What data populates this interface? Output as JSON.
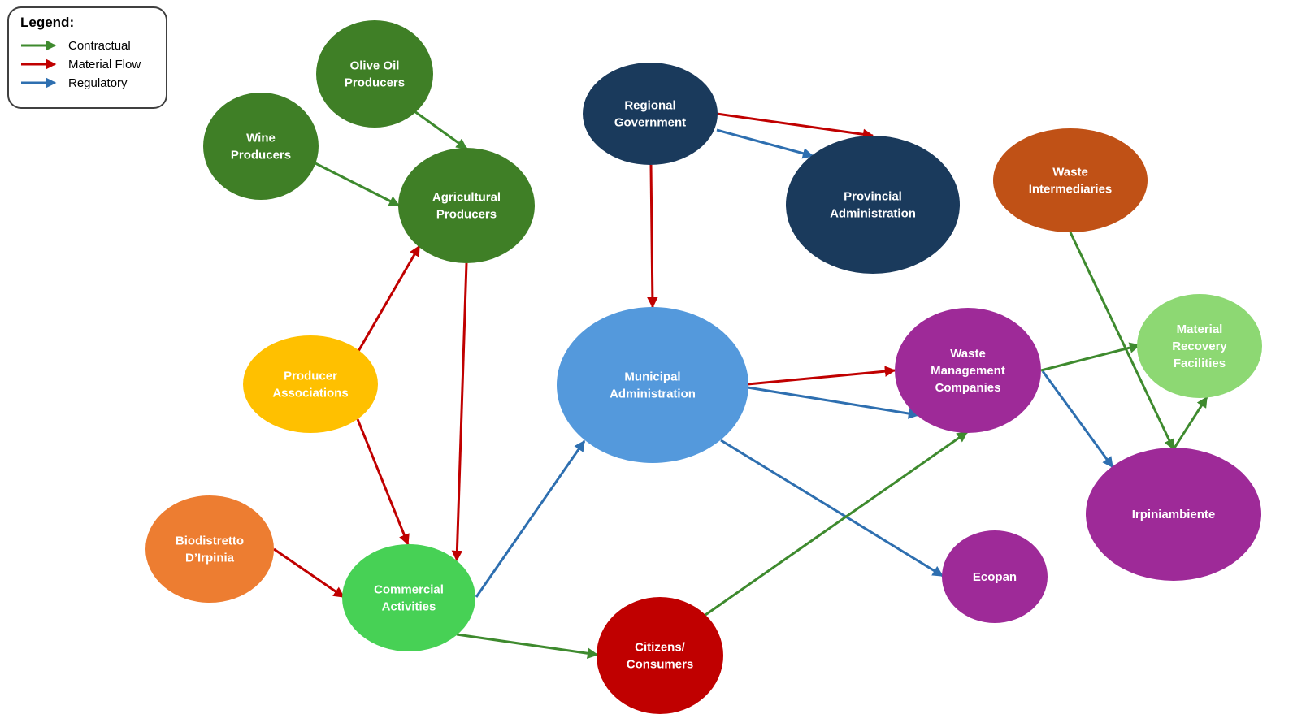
{
  "colors": {
    "contractual": "#3e8a2e",
    "material": "#c00000",
    "regulatory": "#2e6fb0"
  },
  "legend": {
    "title": "Legend:",
    "items": [
      {
        "key": "contractual",
        "label": "Contractual"
      },
      {
        "key": "material",
        "label": "Material Flow"
      },
      {
        "key": "regulatory",
        "label": "Regulatory"
      }
    ]
  },
  "nodes": [
    {
      "id": "olive",
      "lines": [
        "Olive Oil",
        "Producers"
      ],
      "color": "#3f7f26"
    },
    {
      "id": "wine",
      "lines": [
        "Wine",
        "Producers"
      ],
      "color": "#3f7f26"
    },
    {
      "id": "agri",
      "lines": [
        "Agricultural",
        "Producers"
      ],
      "color": "#3f7f26"
    },
    {
      "id": "producer_assoc",
      "lines": [
        "Producer",
        "Associations"
      ],
      "color": "#ffc000"
    },
    {
      "id": "bio",
      "lines": [
        "Biodistretto",
        "D’Irpinia"
      ],
      "color": "#ed7d31"
    },
    {
      "id": "commercial",
      "lines": [
        "Commercial",
        "Activities"
      ],
      "color": "#47d155"
    },
    {
      "id": "regional",
      "lines": [
        "Regional",
        "Government"
      ],
      "color": "#1a3a5c"
    },
    {
      "id": "provincial",
      "lines": [
        "Provincial",
        "Administration"
      ],
      "color": "#1a3a5c"
    },
    {
      "id": "municipal",
      "lines": [
        "Municipal",
        "Administration"
      ],
      "color": "#5499dc"
    },
    {
      "id": "citizens",
      "lines": [
        "Citizens/",
        "Consumers"
      ],
      "color": "#c00000"
    },
    {
      "id": "waste_mgmt",
      "lines": [
        "Waste",
        "Management",
        "Companies"
      ],
      "color": "#9e2a98"
    },
    {
      "id": "ecopan",
      "lines": [
        "Ecopan"
      ],
      "color": "#9e2a98"
    },
    {
      "id": "waste_int",
      "lines": [
        "Waste",
        "Intermediaries"
      ],
      "color": "#c05116"
    },
    {
      "id": "mrf",
      "lines": [
        "Material",
        "Recovery",
        "Facilities"
      ],
      "color": "#8dd873"
    },
    {
      "id": "irpinia",
      "lines": [
        "Irpiniambiente"
      ],
      "color": "#9e2a98"
    }
  ],
  "edges": [
    {
      "from": "olive",
      "to": "agri",
      "type": "contractual"
    },
    {
      "from": "wine",
      "to": "agri",
      "type": "contractual"
    },
    {
      "from": "producer_assoc",
      "to": "agri",
      "type": "material"
    },
    {
      "from": "producer_assoc",
      "to": "commercial",
      "type": "material"
    },
    {
      "from": "agri",
      "to": "commercial",
      "type": "material"
    },
    {
      "from": "bio",
      "to": "commercial",
      "type": "material"
    },
    {
      "from": "commercial",
      "to": "municipal",
      "type": "regulatory"
    },
    {
      "from": "commercial",
      "to": "citizens",
      "type": "contractual"
    },
    {
      "from": "regional",
      "to": "provincial",
      "type": "material"
    },
    {
      "from": "regional",
      "to": "provincial",
      "type": "regulatory"
    },
    {
      "from": "regional",
      "to": "municipal",
      "type": "material"
    },
    {
      "from": "municipal",
      "to": "waste_mgmt",
      "type": "material"
    },
    {
      "from": "municipal",
      "to": "waste_mgmt",
      "type": "regulatory"
    },
    {
      "from": "municipal",
      "to": "ecopan",
      "type": "regulatory"
    },
    {
      "from": "citizens",
      "to": "waste_mgmt",
      "type": "contractual"
    },
    {
      "from": "waste_mgmt",
      "to": "mrf",
      "type": "contractual"
    },
    {
      "from": "waste_mgmt",
      "to": "irpinia",
      "type": "regulatory"
    },
    {
      "from": "waste_int",
      "to": "irpinia",
      "type": "contractual"
    },
    {
      "from": "irpinia",
      "to": "mrf",
      "type": "contractual"
    }
  ]
}
